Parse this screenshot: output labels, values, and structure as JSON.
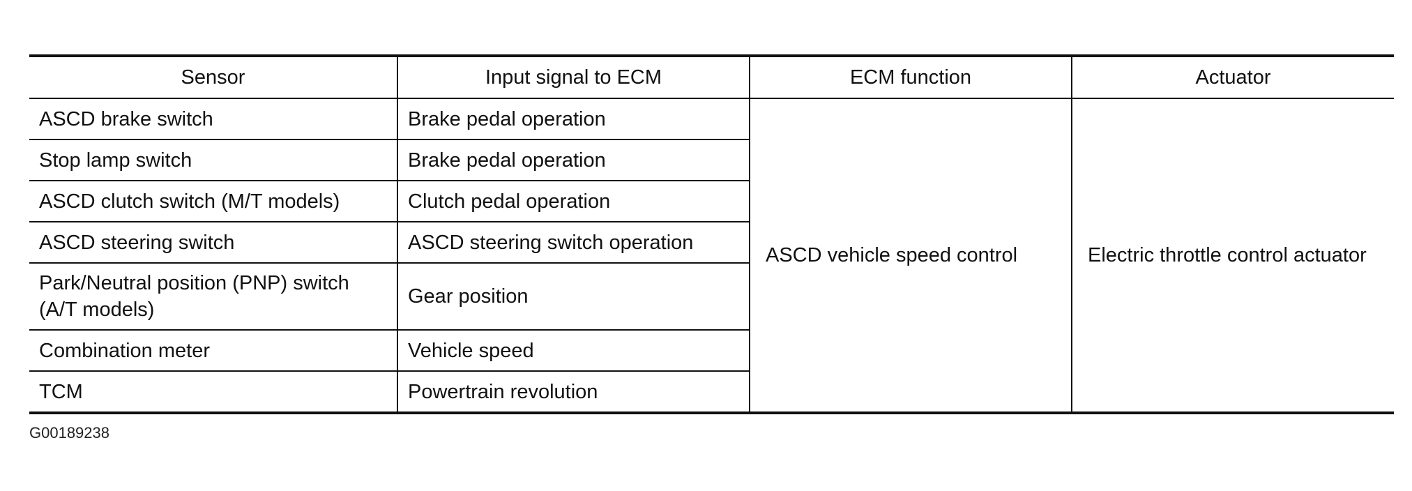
{
  "table": {
    "headers": [
      "Sensor",
      "Input signal to ECM",
      "ECM function",
      "Actuator"
    ],
    "rows": [
      {
        "sensor": "ASCD brake switch",
        "input": "Brake pedal operation"
      },
      {
        "sensor": "Stop lamp switch",
        "input": "Brake pedal operation"
      },
      {
        "sensor": "ASCD clutch switch (M/T models)",
        "input": "Clutch pedal operation"
      },
      {
        "sensor": "ASCD steering switch",
        "input": "ASCD steering switch operation"
      },
      {
        "sensor": "Park/Neutral position (PNP) switch (A/T models)",
        "input": "Gear position"
      },
      {
        "sensor": "Combination meter",
        "input": "Vehicle speed"
      },
      {
        "sensor": "TCM",
        "input": "Powertrain revolution"
      }
    ],
    "ecm_function": "ASCD vehicle speed control",
    "actuator": "Electric throttle control actuator"
  },
  "figure_id": "G00189238"
}
